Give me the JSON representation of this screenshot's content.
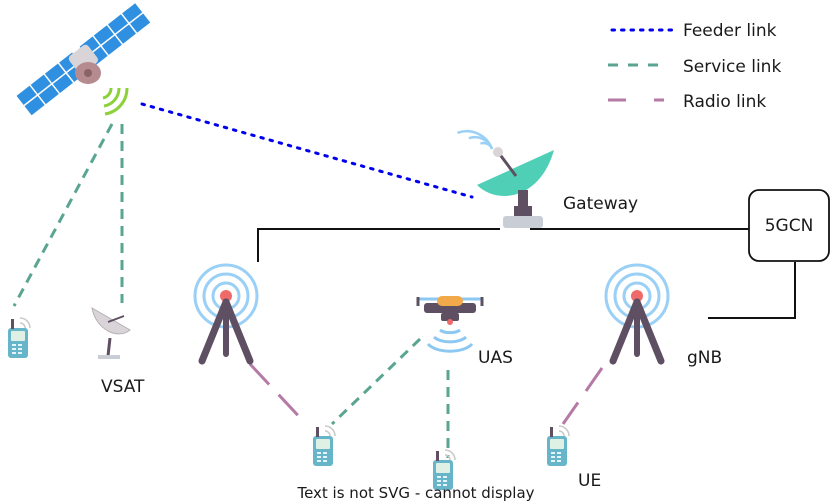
{
  "legend": {
    "feeder": "Feeder link",
    "service": "Service link",
    "radio": "Radio link"
  },
  "labels": {
    "gateway": "Gateway",
    "core": "5GCN",
    "vsat": "VSAT",
    "uas": "UAS",
    "gnb": "gNB",
    "ue": "UE"
  },
  "footer": "Text is not SVG - cannot display",
  "colors": {
    "feeder": "#0000ee",
    "service": "#5aa592",
    "radio": "#b57aa5",
    "dish": "#4ecfb6",
    "tower": "#5e5062",
    "signal": "#8cc8f2",
    "satellite_panel": "#2f8fe0"
  },
  "icons": [
    "satellite-icon",
    "gateway-dish-icon",
    "core-box",
    "tower-icon",
    "drone-icon",
    "handset-icon",
    "vsat-dish-icon"
  ]
}
